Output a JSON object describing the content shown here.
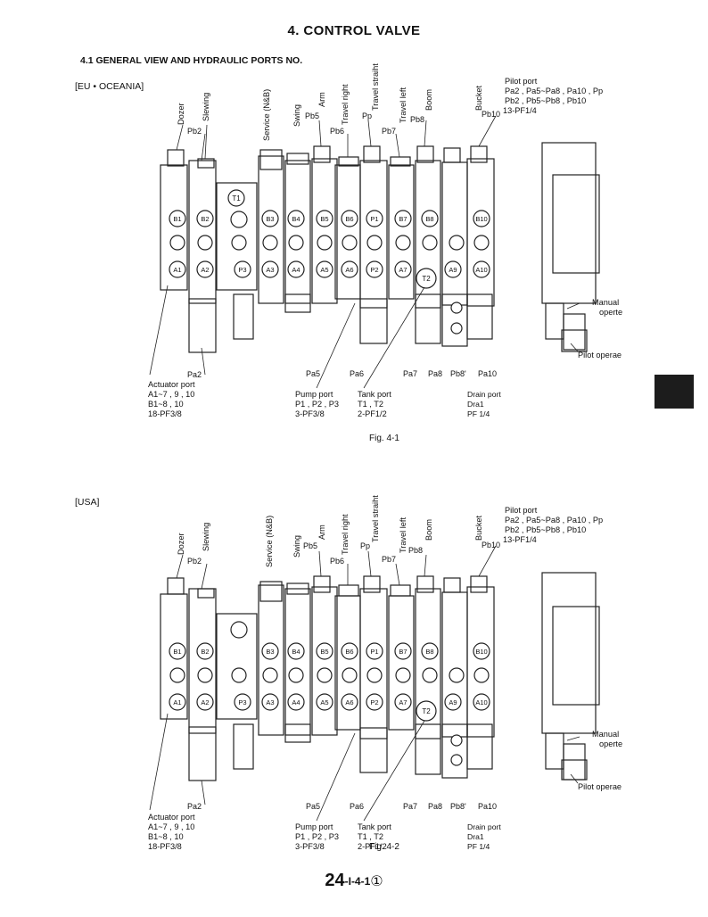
{
  "page": {
    "title": "4. CONTROL VALVE",
    "section": "4.1 GENERAL VIEW AND HYDRAULIC PORTS NO.",
    "figure_caption": "Fig. 4-1",
    "figure_caption_2": "Fig. 4-2",
    "page_number_main": "24",
    "page_number_sub": "-I-4-1",
    "page_number_circle": "①"
  },
  "diagrams": [
    {
      "region": "[EU • OCEANIA]",
      "top_labels": [
        "Dozer",
        "Slewing",
        "Service (N&B)",
        "Swing",
        "Arm",
        "Travel right",
        "Travel straiht",
        "Travel left",
        "Boom",
        "Bucket"
      ],
      "pilot_port": [
        "Pilot port",
        "Pa2 , Pa5~Pa8 , Pa10 , Pp",
        "Pb2 , Pb5~Pb8 , Pb10",
        "13-PF1/4"
      ],
      "pb_labels": [
        "Pb2",
        "Pb5",
        "Pb6",
        "Pp",
        "Pb7",
        "Pb8",
        "Pb10"
      ],
      "pa_labels": [
        "Pa2",
        "Pa5",
        "Pa6",
        "Pa7",
        "Pa8",
        "Pb8'",
        "Pa10"
      ],
      "actuator_port": [
        "Actuator port",
        "A1~7 , 9 , 10",
        "B1~8 , 10",
        "18-PF3/8"
      ],
      "pump_port": [
        "Pump port",
        "P1 , P2 , P3",
        "3-PF3/8"
      ],
      "tank_port": [
        "Tank port",
        "T1 , T2",
        "2-PF1/2"
      ],
      "drain_port": [
        "Drain port",
        "Dra1",
        "PF 1/4"
      ],
      "manual_operte": [
        "Manual",
        "operte"
      ],
      "pilot_operae": "Pilot operae",
      "port_b": [
        "B1",
        "B2",
        "B3",
        "B4",
        "B5",
        "B6",
        "P1",
        "B7",
        "B8",
        "B10"
      ],
      "port_a": [
        "A1",
        "A2",
        "P3",
        "A3",
        "A4",
        "A5",
        "A6",
        "P2",
        "A7",
        "A9",
        "A10"
      ],
      "tank_tags": [
        "T1",
        "T2"
      ]
    },
    {
      "region": "[USA]",
      "top_labels": [
        "Dozer",
        "Slewing",
        "Service (N&B)",
        "Swing",
        "Arm",
        "Travel right",
        "Travel straiht",
        "Travel left",
        "Boom",
        "Bucket"
      ],
      "pilot_port": [
        "Pilot port",
        "Pa2 , Pa5~Pa8 , Pa10 , Pp",
        "Pb2 , Pb5~Pb8 , Pb10",
        "13-PF1/4"
      ],
      "pb_labels": [
        "Pb2",
        "Pb5",
        "Pb6",
        "Pp",
        "Pb7",
        "Pb8",
        "Pb10"
      ],
      "pa_labels": [
        "Pa2",
        "Pa5",
        "Pa6",
        "Pa7",
        "Pa8",
        "Pb8'",
        "Pa10"
      ],
      "actuator_port": [
        "Actuator port",
        "A1~7 , 9 , 10",
        "B1~8 , 10",
        "18-PF3/8"
      ],
      "pump_port": [
        "Pump port",
        "P1 , P2 , P3",
        "3-PF3/8"
      ],
      "tank_port": [
        "Tank port",
        "T1 , T2",
        "2-PF1/2"
      ],
      "drain_port": [
        "Drain port",
        "Dra1",
        "PF 1/4"
      ],
      "manual_operte": [
        "Manual",
        "operte"
      ],
      "pilot_operae": "Pilot operae",
      "port_b": [
        "B1",
        "B2",
        "B3",
        "B4",
        "B5",
        "B6",
        "P1",
        "B7",
        "B8",
        "B10"
      ],
      "port_a": [
        "A1",
        "A2",
        "P3",
        "A3",
        "A4",
        "A5",
        "A6",
        "P2",
        "A7",
        "A9",
        "A10"
      ],
      "tank_tags": [
        "T2"
      ]
    }
  ]
}
